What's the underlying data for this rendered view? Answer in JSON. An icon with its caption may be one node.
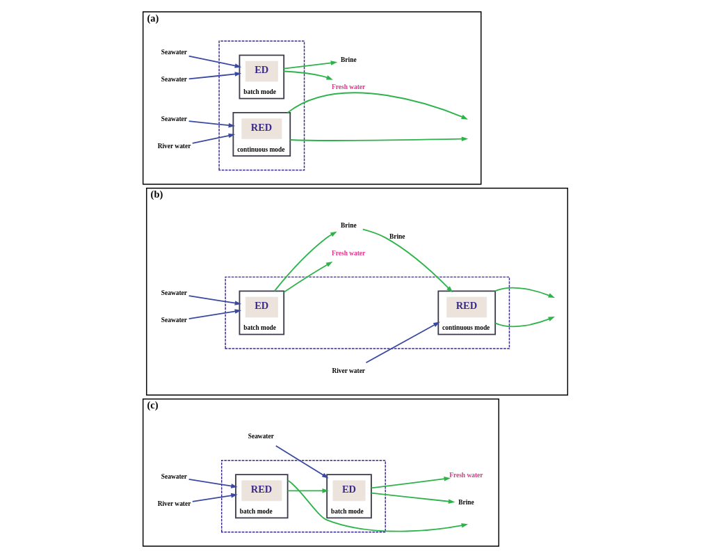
{
  "diagram": {
    "nodes": [
      {
        "text": [
          "(a)"
        ]
      },
      {
        "text": [],
        "shape": "box",
        "in": 0
      },
      {
        "text": [
          "batch mode"
        ],
        "in": 1
      },
      {
        "text": [
          "ED"
        ],
        "in": 2
      },
      {
        "text": [
          "continuous mode"
        ],
        "in": 1
      },
      {
        "text": [
          "RED"
        ],
        "in": 4
      },
      {
        "text": [
          "Fresh water"
        ],
        "in": 0
      },
      {
        "text": [
          "Brine"
        ],
        "in": 0
      },
      {
        "text": [
          "Seawater"
        ],
        "in": 0
      },
      {
        "text": [
          "Seawater"
        ],
        "in": 0
      },
      {
        "text": [
          "Seawater"
        ],
        "in": 0
      },
      {
        "text": [
          "River water"
        ],
        "in": 0
      },
      {
        "text": [
          "(b)"
        ]
      },
      {
        "text": [],
        "shape": "box",
        "in": 12
      },
      {
        "text": [
          "batch mode"
        ],
        "in": 13
      },
      {
        "text": [
          "ED"
        ],
        "in": 14
      },
      {
        "text": [
          "continuous mode"
        ],
        "in": 13
      },
      {
        "text": [
          "RED"
        ],
        "in": 16
      },
      {
        "text": [
          "Fresh water"
        ],
        "in": 12
      },
      {
        "text": [
          "Brine"
        ],
        "in": 12
      },
      {
        "text": [
          "Seawater"
        ],
        "in": 12
      },
      {
        "text": [
          "Seawater"
        ],
        "in": 12
      },
      {
        "text": [
          "River water"
        ],
        "in": 12
      },
      {
        "text": [
          "(c)"
        ]
      },
      {
        "text": [],
        "shape": "box",
        "in": 23
      },
      {
        "text": [
          "batch mode"
        ],
        "in": 24
      },
      {
        "text": [
          "ED"
        ],
        "in": 25
      },
      {
        "text": [
          "batch mode"
        ],
        "in": 24
      },
      {
        "text": [
          "RED"
        ],
        "in": 27
      },
      {
        "text": [
          "Fresh water"
        ],
        "in": 23
      },
      {
        "text": [
          "Brine"
        ],
        "in": 23
      },
      {
        "text": [
          "Seawater"
        ],
        "in": 23
      },
      {
        "text": [
          "Seawater"
        ],
        "in": 23
      },
      {
        "text": [
          "River water"
        ],
        "in": 23
      }
    ],
    "edges": [
      {
        "from": 2,
        "to": 6,
        "arrow": "to"
      },
      {
        "from": 2,
        "to": 7,
        "arrow": "to"
      },
      {
        "from": 8,
        "to": 2,
        "arrow": "to",
        "color": "#3a4aa0"
      },
      {
        "from": 9,
        "to": 2,
        "arrow": "to",
        "color": "#3a4aa0"
      },
      {
        "from": 10,
        "to": 4,
        "arrow": "to",
        "color": "#3a4aa0"
      },
      {
        "from": 11,
        "to": 4,
        "arrow": "to",
        "color": "#3a4aa0"
      },
      {
        "from": 4,
        "to": null,
        "arrow": "to"
      },
      {
        "from": 4,
        "to": null,
        "arrow": "to"
      },
      {
        "from": 14,
        "to": 18,
        "arrow": "to"
      },
      {
        "from": 14,
        "to": 19,
        "arrow": "to"
      },
      {
        "from": 19,
        "to": 16,
        "arrow": "to",
        "label": "Brine"
      },
      {
        "from": 20,
        "to": 14,
        "arrow": "to",
        "color": "#3a4aa0"
      },
      {
        "from": 21,
        "to": 14,
        "arrow": "to",
        "color": "#3a4aa0"
      },
      {
        "from": 22,
        "to": 16,
        "arrow": "to",
        "color": "#3a4aa0"
      },
      {
        "from": 16,
        "to": null,
        "arrow": "to"
      },
      {
        "from": 16,
        "to": null,
        "arrow": "to"
      },
      {
        "from": 25,
        "to": 29,
        "arrow": "to"
      },
      {
        "from": 25,
        "to": 30,
        "arrow": "to"
      },
      {
        "from": 31,
        "to": 25,
        "arrow": "to",
        "color": "#3a4aa0"
      },
      {
        "from": 27,
        "to": 25,
        "arrow": "to"
      },
      {
        "from": 32,
        "to": 27,
        "arrow": "to",
        "color": "#3a4aa0"
      },
      {
        "from": 33,
        "to": 27,
        "arrow": "to",
        "color": "#3a4aa0"
      },
      {
        "from": 27,
        "to": null,
        "arrow": "to"
      }
    ]
  }
}
